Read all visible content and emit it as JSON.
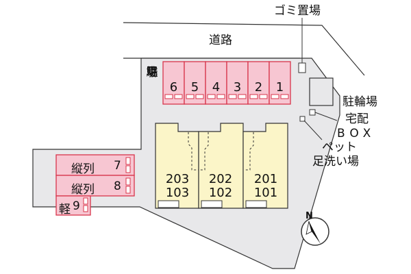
{
  "road": {
    "label": "道路"
  },
  "garbage": {
    "label": "ゴミ置場"
  },
  "parking": {
    "label": "駐車場",
    "label_chars": [
      "駐",
      "車",
      "場"
    ],
    "color": "#f7c6d2",
    "border": "#d8344a",
    "slots": [
      "6",
      "5",
      "4",
      "3",
      "2",
      "1"
    ]
  },
  "bicycle": {
    "label": "駐輪場"
  },
  "delivery": {
    "label_line1": "宅配",
    "label_line2": "BOX"
  },
  "pet": {
    "label_line1": "ペット",
    "label_line2": "足洗い場"
  },
  "side_parking": [
    {
      "label": "縦列",
      "num": "7"
    },
    {
      "label": "縦列",
      "num": "8"
    },
    {
      "label": "軽",
      "num": "9"
    }
  ],
  "building": {
    "color": "#fbf5c8",
    "units": [
      {
        "top": "203",
        "bottom": "103"
      },
      {
        "top": "202",
        "bottom": "102"
      },
      {
        "top": "201",
        "bottom": "101"
      }
    ]
  },
  "compass": {
    "label": "N"
  },
  "colors": {
    "site": "#e8e8ea",
    "outline": "#333333"
  }
}
